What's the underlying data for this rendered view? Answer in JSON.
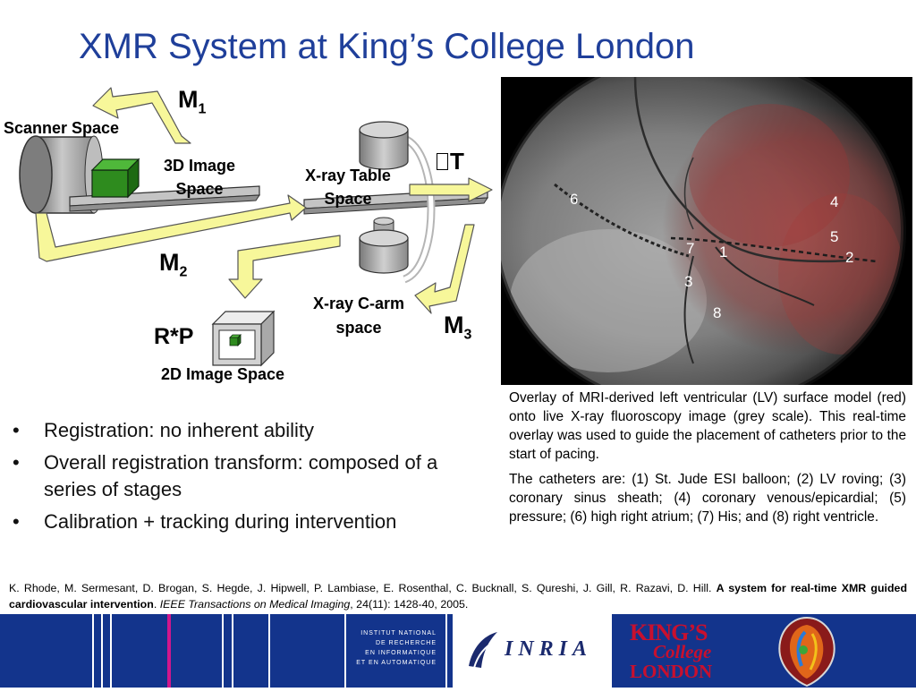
{
  "slide": {
    "title": "XMR System at King’s College London"
  },
  "diagram": {
    "m1": {
      "letter": "M",
      "sub": "1"
    },
    "m2": {
      "letter": "M",
      "sub": "2"
    },
    "m3": {
      "letter": "M",
      "sub": "3"
    },
    "scanner_space": "Scanner Space",
    "image3d_line1": "3D Image",
    "image3d_line2": "Space",
    "xray_table_line1": "X-ray Table",
    "xray_table_line2": "Space",
    "t_label": "T",
    "carm_line1": "X-ray C-arm",
    "carm_line2": "space",
    "rp_label": "R*P",
    "image2d": "2D Image Space"
  },
  "image_labels": [
    "6",
    "4",
    "5",
    "2",
    "7",
    "1",
    "3",
    "8"
  ],
  "caption": {
    "p1": "Overlay of MRI-derived left ventricular (LV) surface model (red) onto live X-ray fluoroscopy image (grey scale). This real-time overlay was used to guide the placement of catheters prior to the start of pacing.",
    "p2": "The catheters are: (1) St. Jude ESI balloon; (2) LV roving; (3) coronary sinus sheath; (4) coronary venous/epicardial; (5) pressure; (6) high right atrium; (7) His; and (8) right ventricle."
  },
  "bullets": [
    "Registration: no inherent ability",
    "Overall registration transform: composed of a series of stages",
    "Calibration + tracking during intervention"
  ],
  "reference": {
    "authors": "K. Rhode, M. Sermesant, D. Brogan, S. Hegde, J. Hipwell, P. Lambiase, E. Rosenthal, C. Bucknall, S. Qureshi, J. Gill, R. Razavi, D. Hill. ",
    "title": "A system for real-time XMR guided cardiovascular intervention",
    "sep": ". ",
    "journal": "IEEE Transactions on Medical Imaging",
    "details": ", 24(11): 1428-40, 2005."
  },
  "footer": {
    "institute": [
      "INSTITUT NATIONAL",
      "DE RECHERCHE",
      "EN INFORMATIQUE",
      "ET EN AUTOMATIQUE"
    ],
    "inria": "INRIA",
    "kcl_line1": "KING’S",
    "kcl_line2": "College",
    "kcl_line3": "LONDON"
  },
  "colors": {
    "title": "#1f3f9a",
    "footer_bg": "#13348c",
    "arrow_fill": "#f7f79a",
    "kcl_red": "#c8102e"
  }
}
